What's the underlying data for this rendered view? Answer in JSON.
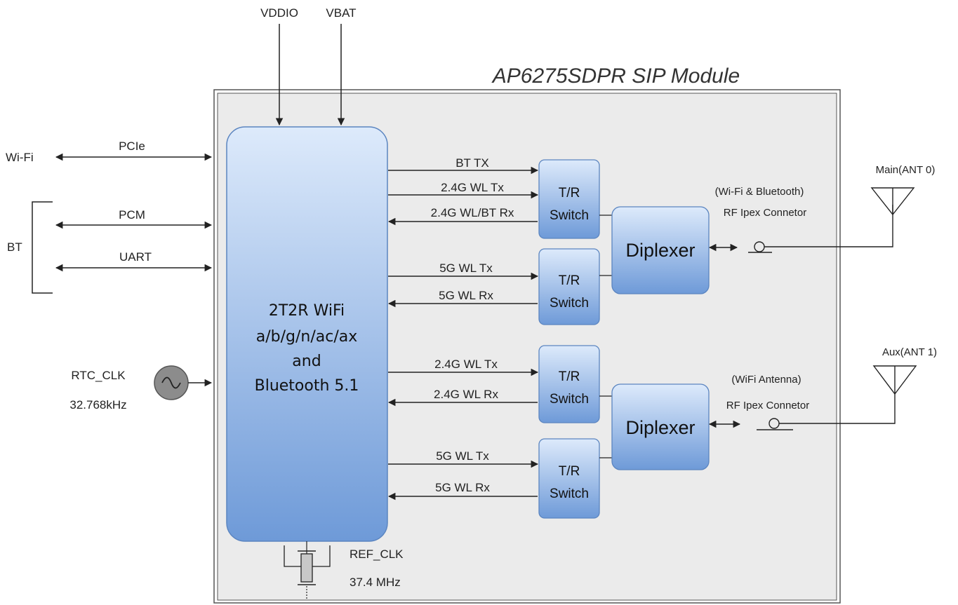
{
  "title": "AP6275SDPR SIP Module",
  "power": {
    "vddio": "VDDIO",
    "vbat": "VBAT"
  },
  "interfaces": {
    "wifi": "Wi-Fi",
    "pcie": "PCIe",
    "bt": "BT",
    "pcm": "PCM",
    "uart": "UART"
  },
  "rtc": {
    "label": "RTC_CLK",
    "freq": "32.768kHz"
  },
  "ref": {
    "label": "REF_CLK",
    "freq": "37.4 MHz"
  },
  "chip": {
    "lines": [
      "2T2R WiFi",
      "a/b/g/n/ac/ax",
      "and",
      "Bluetooth 5.1"
    ]
  },
  "signals": {
    "bt_tx": "BT TX",
    "wl24_tx_1": "2.4G WL Tx",
    "wlbt24_rx": "2.4G WL/BT Rx",
    "wl5_tx_1": "5G WL Tx",
    "wl5_rx_1": "5G WL Rx",
    "wl24_tx_2": "2.4G WL Tx",
    "wl24_rx_2": "2.4G WL Rx",
    "wl5_tx_2": "5G WL Tx",
    "wl5_rx_2": "5G WL Rx"
  },
  "switch": {
    "line1": "T/R",
    "line2": "Switch"
  },
  "diplexer": "Diplexer",
  "antenna_main": {
    "name": "Main(ANT 0)",
    "note": "(Wi-Fi & Bluetooth)",
    "connector": "RF Ipex Connetor"
  },
  "antenna_aux": {
    "name": "Aux(ANT 1)",
    "note": "(WiFi Antenna)",
    "connector": "RF Ipex Connetor"
  },
  "colors": {
    "module_fill": "#ebebeb",
    "block_top": "#ddeafb",
    "block_bottom": "#6e9ad8",
    "block_stroke": "#5b85c0",
    "line": "#222222",
    "osc_fill": "#8c8c8c"
  }
}
